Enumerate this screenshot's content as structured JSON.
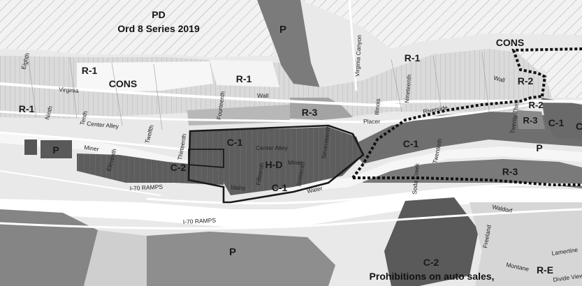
{
  "overlay": {
    "pd_code": "PD",
    "pd_ordinance": "Ord 8 Series 2019",
    "prohibition_note": "Prohibitions on auto sales,"
  },
  "zones": {
    "p_north": "P",
    "cons_north_east": "CONS",
    "r1_center_left": "R-1",
    "cons_center_left": "CONS",
    "r1_center": "R-1",
    "r1_east": "R-1",
    "r1_west": "R-1",
    "r2_upper": "R-2",
    "r2_lower": "R-2",
    "r3_center": "R-3",
    "r3_small": "R-3",
    "c1_east_edge": "C-1",
    "c_far_edge": "C",
    "c1_downtown_north": "C-1",
    "c1_downtown_south": "C-1",
    "hd_downtown": "H-D",
    "c1_east_corridor": "C-1",
    "p_east_corridor": "P",
    "r3_east_corridor": "R-3",
    "p_west": "P",
    "c2_west": "C-2",
    "p_south": "P",
    "c2_south": "C-2",
    "re_southeast": "R-E"
  },
  "streets": {
    "eighth": "Eighth",
    "ninth": "Ninth",
    "tenth": "Tenth",
    "eleventh": "Eleventh",
    "twelfth": "Twelfth",
    "thirteenth": "Thirteenth",
    "fourteenth": "Fourteenth",
    "fifteenth": "Fifteenth",
    "sixteenth": "Sixteenth",
    "seventeenth": "Seventeenth",
    "nineteenth": "Nineteenth",
    "twentieth": "Twentieth",
    "twenty_third": "Twenty Third",
    "virginia": "Virginia",
    "virginia_canyon": "Virginia Canyon",
    "wall_west": "Wall",
    "wall_east": "Wall",
    "illinois": "Illinois",
    "riverside": "Riverside",
    "placer": "Placer",
    "center_alley_west": "Center Alley",
    "center_alley_east": "Center Alley",
    "miner_west": "Miner",
    "miner_east": "Miner",
    "idaho": "Idaho",
    "water": "Water",
    "soda_creek": "Soda Creek",
    "i70_ramps_west": "I-70 RAMPS",
    "i70_ramps_south": "I-70 RAMPS",
    "waldorf": "Waldorf",
    "freeland": "Freeland",
    "montane": "Montane",
    "lamertine": "Lamertine",
    "divide_view": "Divide View"
  },
  "colors": {
    "background": "#e9e9e9",
    "hatch_area": "#f2f2f2",
    "hatch_line": "#b9b9b9",
    "light_zone": "#dedede",
    "mid_zone": "#a9a9a9",
    "dark_zone": "#6f6f6f",
    "darker_zone": "#575757",
    "road": "#ffffff",
    "boundary": "#1a1a1a"
  }
}
